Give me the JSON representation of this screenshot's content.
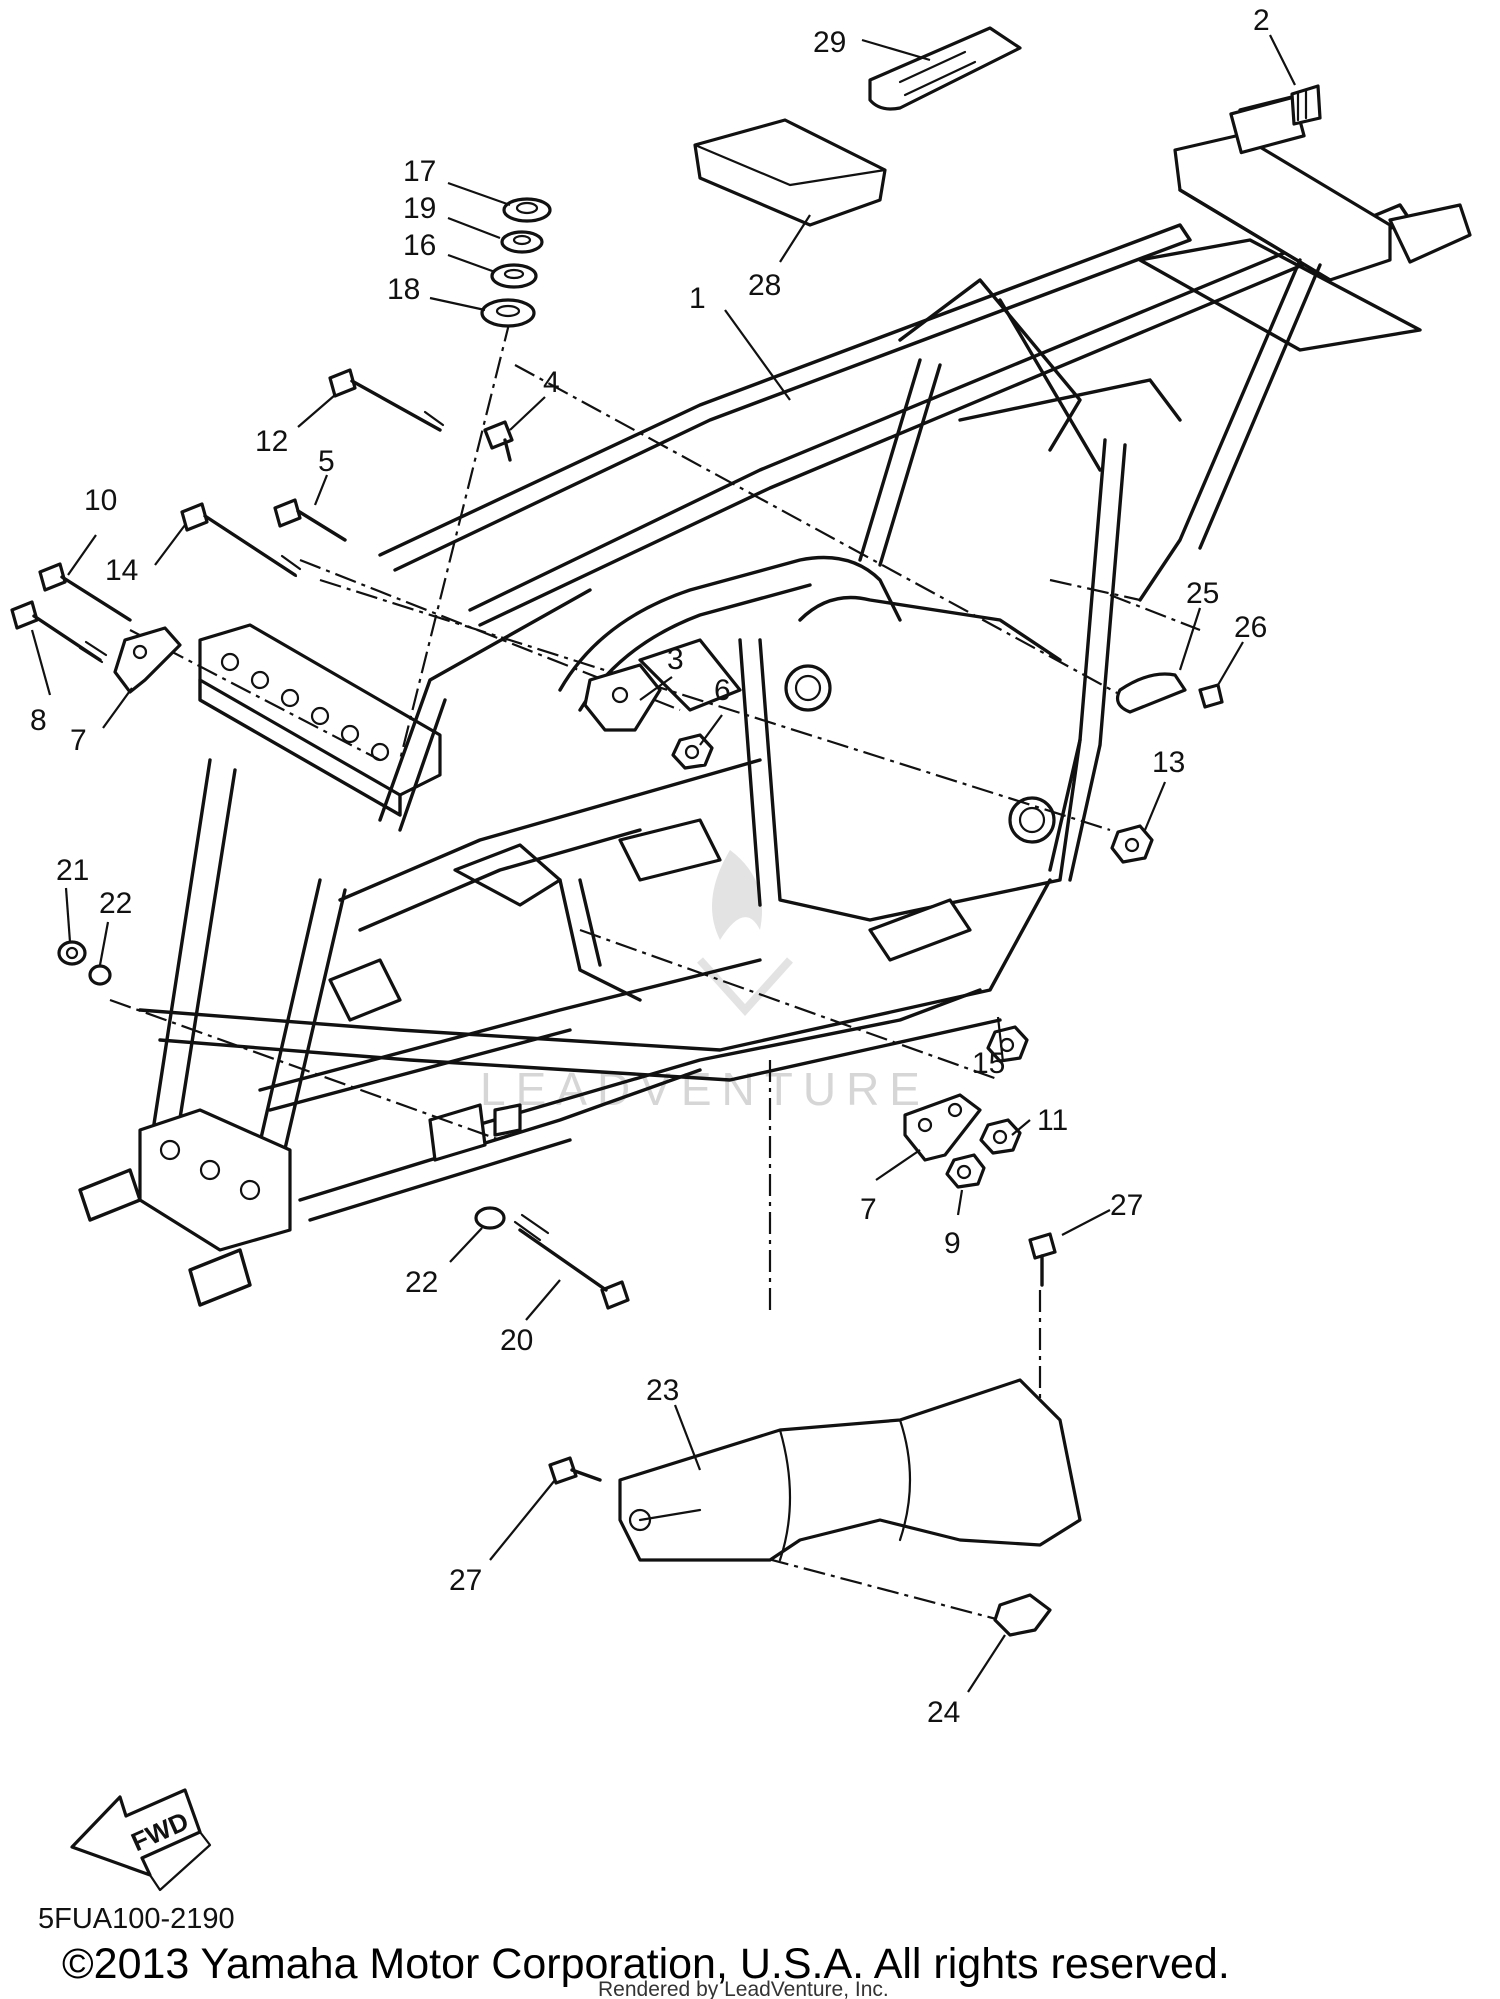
{
  "callouts": [
    {
      "id": "c29",
      "label": "29"
    },
    {
      "id": "c2",
      "label": "2"
    },
    {
      "id": "c28",
      "label": "28"
    },
    {
      "id": "c1",
      "label": "1"
    },
    {
      "id": "c17",
      "label": "17"
    },
    {
      "id": "c19",
      "label": "19"
    },
    {
      "id": "c16",
      "label": "16"
    },
    {
      "id": "c18",
      "label": "18"
    },
    {
      "id": "c4",
      "label": "4"
    },
    {
      "id": "c12",
      "label": "12"
    },
    {
      "id": "c5",
      "label": "5"
    },
    {
      "id": "c10",
      "label": "10"
    },
    {
      "id": "c14",
      "label": "14"
    },
    {
      "id": "c8",
      "label": "8"
    },
    {
      "id": "c7a",
      "label": "7"
    },
    {
      "id": "c3",
      "label": "3"
    },
    {
      "id": "c6",
      "label": "6"
    },
    {
      "id": "c25",
      "label": "25"
    },
    {
      "id": "c26",
      "label": "26"
    },
    {
      "id": "c13",
      "label": "13"
    },
    {
      "id": "c21",
      "label": "21"
    },
    {
      "id": "c22a",
      "label": "22"
    },
    {
      "id": "c15",
      "label": "15"
    },
    {
      "id": "c11",
      "label": "11"
    },
    {
      "id": "c7b",
      "label": "7"
    },
    {
      "id": "c9",
      "label": "9"
    },
    {
      "id": "c27a",
      "label": "27"
    },
    {
      "id": "c22b",
      "label": "22"
    },
    {
      "id": "c20",
      "label": "20"
    },
    {
      "id": "c23",
      "label": "23"
    },
    {
      "id": "c27b",
      "label": "27"
    },
    {
      "id": "c24",
      "label": "24"
    }
  ],
  "direction_marker": "FWD",
  "watermark": "LEADVENTURE",
  "diagram_code": "5FUA100-2190",
  "copyright": "©2013 Yamaha Motor Corporation, U.S.A. All rights reserved.",
  "rendered_by": "Rendered by LeadVenture, Inc."
}
